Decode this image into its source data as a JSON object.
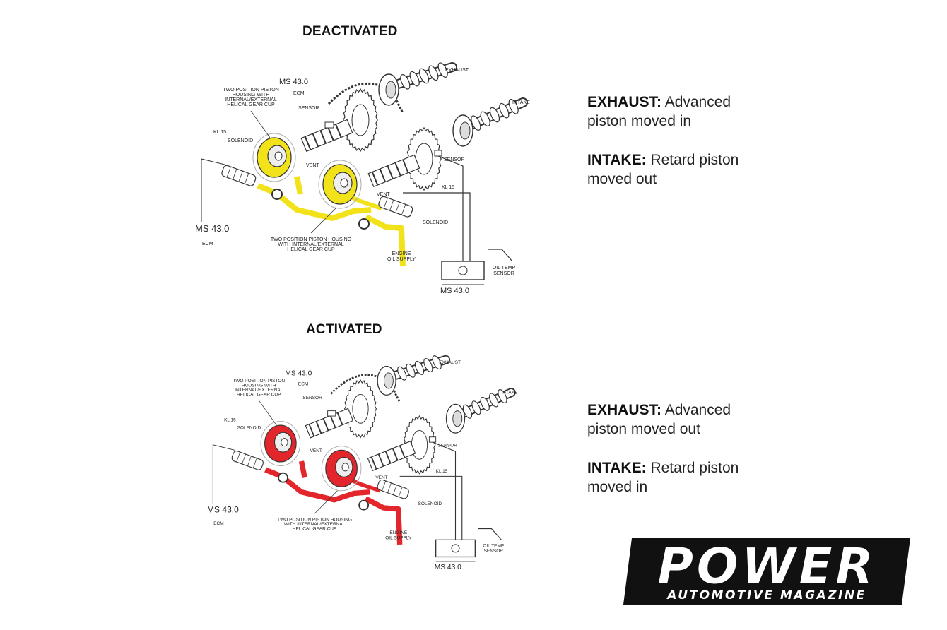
{
  "panels": [
    {
      "title": "DEACTIVATED",
      "accent": "#f2e21a",
      "labels": {
        "exhaust": "EXHAUST",
        "intake": "INTAKE",
        "ms_top": "MS 43.0",
        "ecm_top": "ECM",
        "piston_top": [
          "TWO POSITION PISTON",
          "HOUSING WITH",
          "INTERNAL/EXTERNAL",
          "HELICAL GEAR CUP"
        ],
        "sensor_a": "SENSOR",
        "kl15_left": "KL 15",
        "solenoid_left": "SOLENOID",
        "vent_a": "VENT",
        "vent_b": "VENT",
        "kl15_right": "KL 15",
        "sensor_b": "SENSOR",
        "solenoid_right": "SOLENOID",
        "ms_left": "MS 43.0",
        "ecm_left": "ECM",
        "piston_bottom": [
          "TWO POSITION PISTON HOUSING",
          "WITH INTERNAL/EXTERNAL",
          "HELICAL GEAR CUP"
        ],
        "engine_oil": [
          "ENGINE",
          "OIL SUPPLY"
        ],
        "oil_temp": [
          "OIL TEMP",
          "SENSOR"
        ],
        "ms_bottom": "MS 43.0"
      },
      "description": [
        {
          "head": "EXHAUST:",
          "text": " Advanced",
          "line2": "piston moved in"
        },
        {
          "head": "INTAKE:",
          "text": " Retard piston",
          "line2": "moved out"
        }
      ]
    },
    {
      "title": "ACTIVATED",
      "accent": "#e2262b",
      "labels": {
        "exhaust": "EXHAUST",
        "intake": "INTAKE",
        "ms_top": "MS 43.0",
        "ecm_top": "ECM",
        "piston_top": [
          "TWO POSITION PISTON",
          "HOUSING WITH",
          "INTERNAL/EXTERNAL",
          "HELICAL GEAR CUP"
        ],
        "sensor_a": "SENSOR",
        "kl15_left": "KL 15",
        "solenoid_left": "SOLENOID",
        "vent_a": "VENT",
        "vent_b": "VENT",
        "kl15_right": "KL 15",
        "sensor_b": "SENSOR",
        "solenoid_right": "SOLENOID",
        "ms_left": "MS 43.0",
        "ecm_left": "ECM",
        "piston_bottom": [
          "TWO POSITION PISTON HOUSING",
          "WITH INTERNAL/EXTERNAL",
          "HELICAL GEAR CUP"
        ],
        "engine_oil": [
          "ENGINE",
          "OIL SUPPLY"
        ],
        "oil_temp": [
          "OIL TEMP",
          "SENSOR"
        ],
        "ms_bottom": "MS 43.0"
      },
      "description": [
        {
          "head": "EXHAUST:",
          "text": " Advanced",
          "line2": "piston moved out"
        },
        {
          "head": "INTAKE:",
          "text": " Retard piston",
          "line2": "moved in"
        }
      ]
    }
  ],
  "logo": {
    "main": "POWER",
    "sub": "AUTOMOTIVE MAGAZINE"
  }
}
